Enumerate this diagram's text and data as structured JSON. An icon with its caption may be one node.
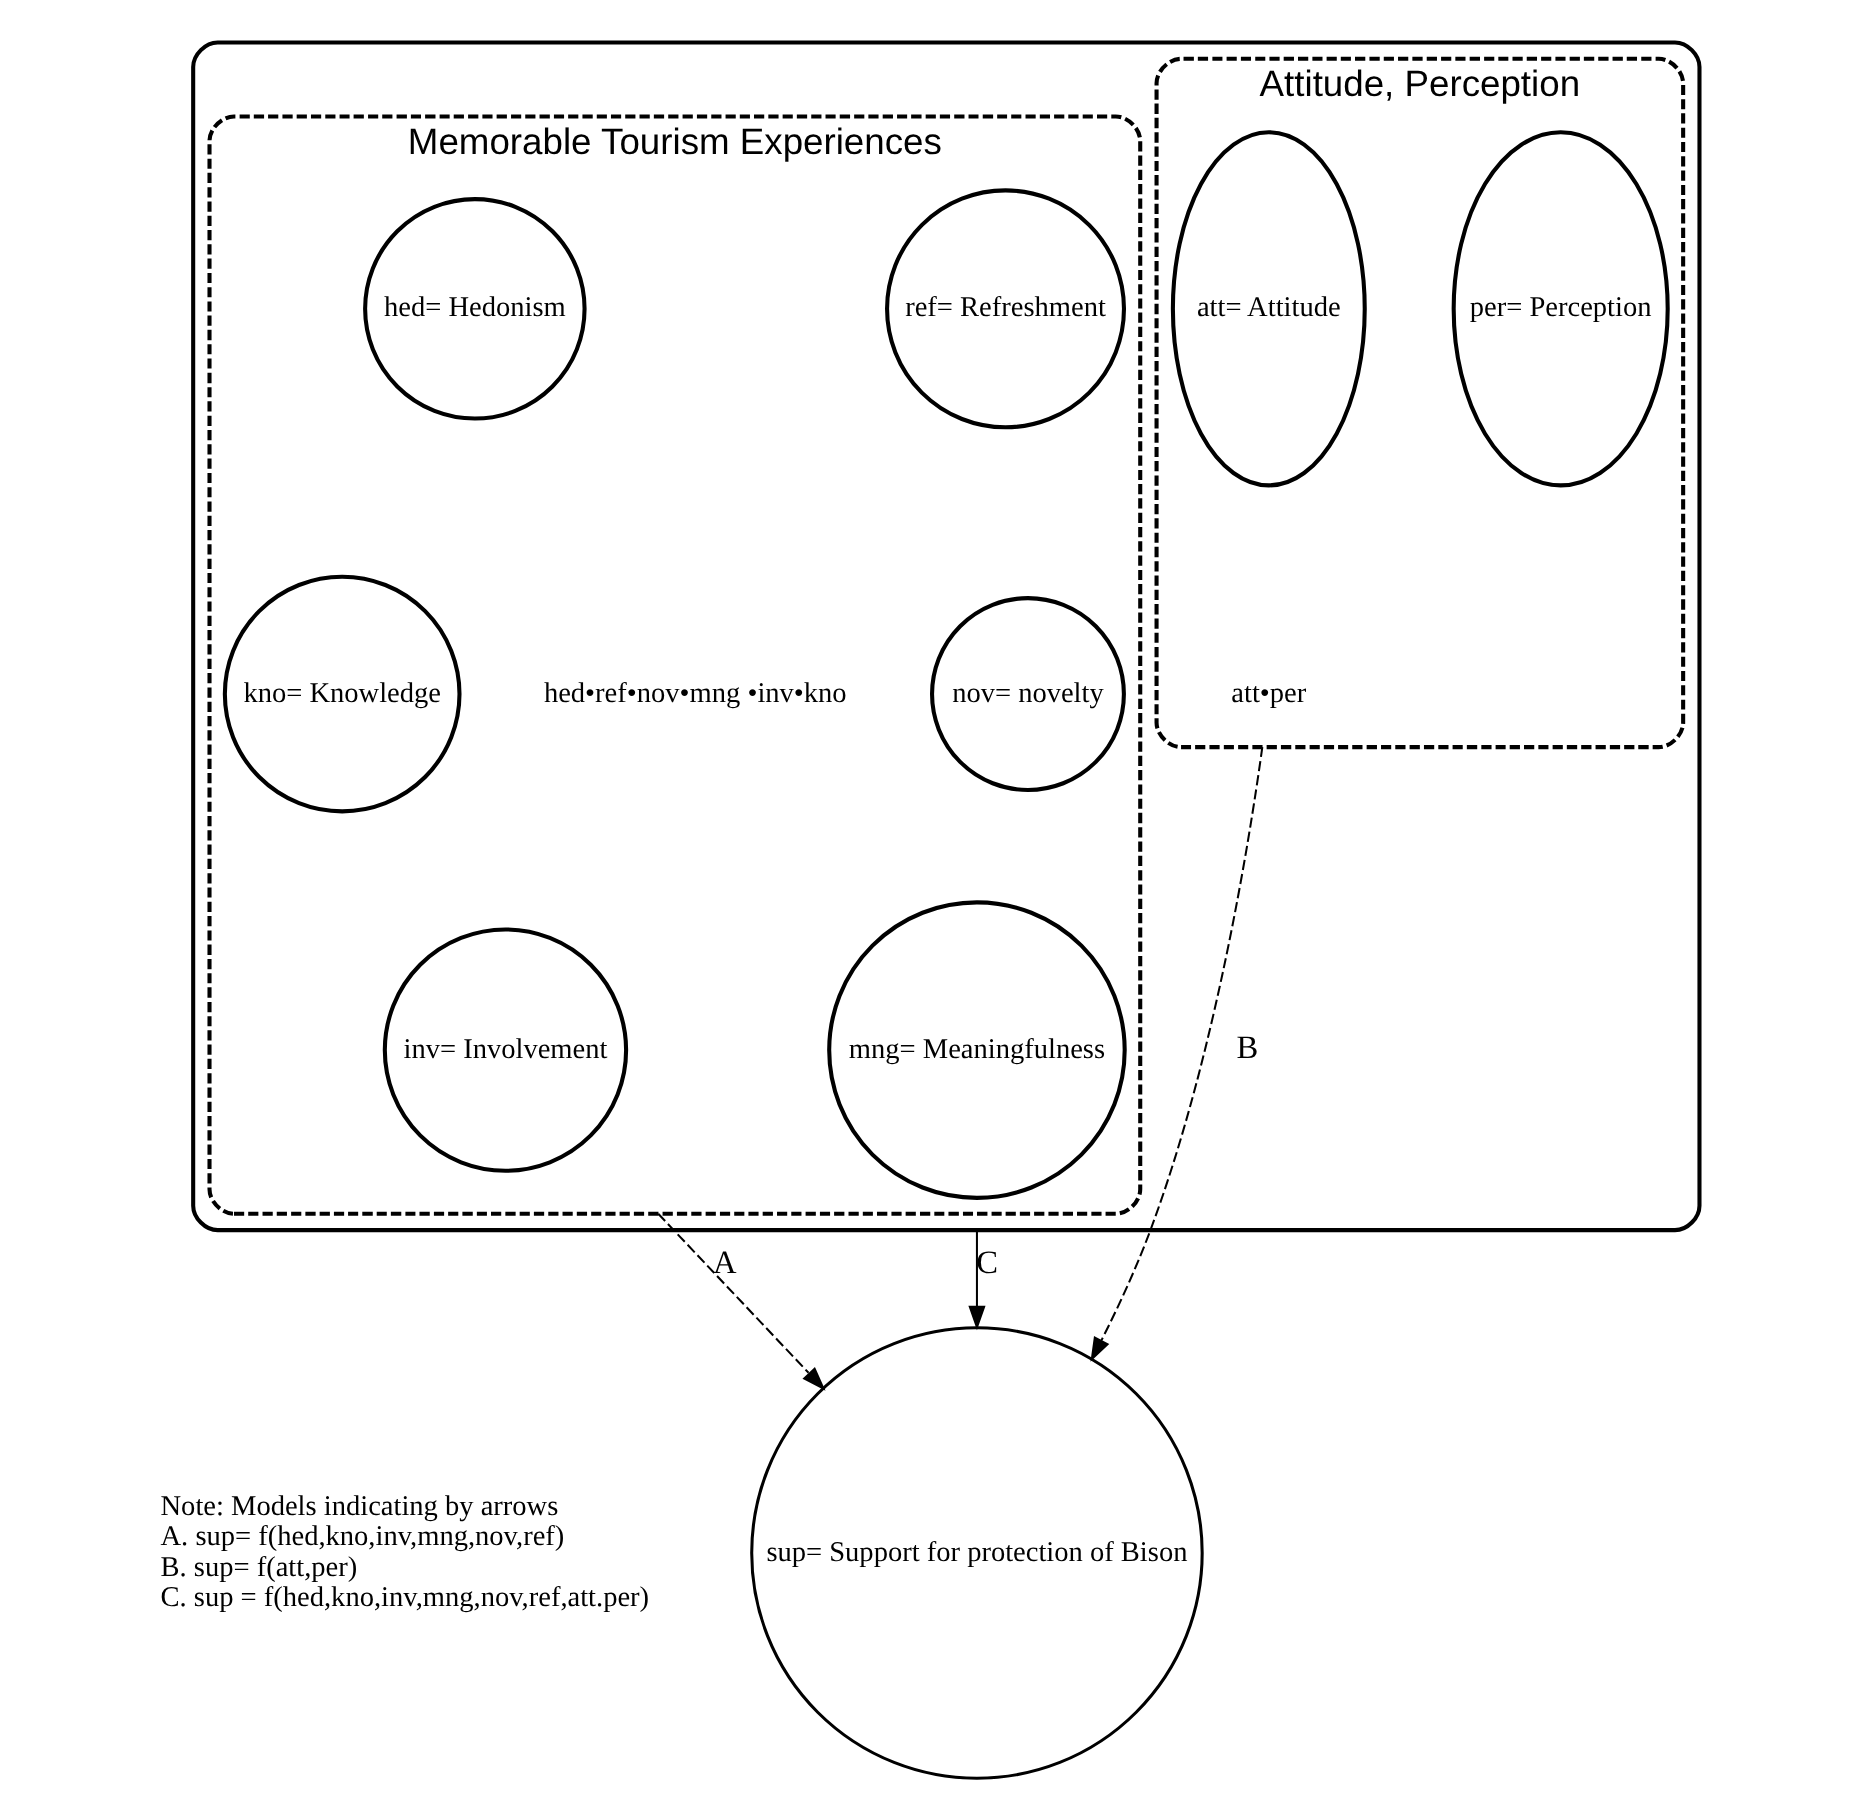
{
  "diagram": {
    "nodes": [
      {
        "text": [],
        "shape": "box"
      },
      {
        "text": [
          "Memorable Tourism Experiences"
        ],
        "in": 0
      },
      {
        "text": [
          "hed= Hedonism"
        ],
        "in": 1
      },
      {
        "text": [
          "ref= Refreshment"
        ],
        "in": 1
      },
      {
        "text": [
          "kno= Knowledge"
        ],
        "in": 1
      },
      {
        "text": [
          "nov= novelty"
        ],
        "in": 1
      },
      {
        "text": [
          "inv= Involvement"
        ],
        "in": 1
      },
      {
        "text": [
          "mng= Meaningfulness"
        ],
        "in": 1
      },
      {
        "text": [
          "hed•ref•nov•mng •inv•kno"
        ],
        "in": 1
      },
      {
        "text": [
          "Attitude, Perception"
        ],
        "in": 0
      },
      {
        "text": [
          "att= Attitude"
        ],
        "in": 9
      },
      {
        "text": [
          "per= Perception"
        ],
        "in": 9
      },
      {
        "text": [
          "att•per"
        ],
        "in": 9
      },
      {
        "text": [
          "sup= Support for protection of Bison"
        ]
      }
    ],
    "edges": [
      {
        "from": 1,
        "to": 13,
        "arrow": "to",
        "label": "A",
        "style": "dashed"
      },
      {
        "from": 0,
        "to": 13,
        "arrow": "to",
        "label": "C"
      },
      {
        "from": 9,
        "to": 13,
        "arrow": "to",
        "label": "B",
        "style": "dashed"
      }
    ],
    "labels": [
      "Note: Models indicating by arrows",
      "A. sup= f(hed,kno,inv,mng,nov,ref)",
      "B. sup= f(att,per)",
      "C. sup = f(hed,kno,inv,mng,nov,ref,att.per)"
    ]
  }
}
